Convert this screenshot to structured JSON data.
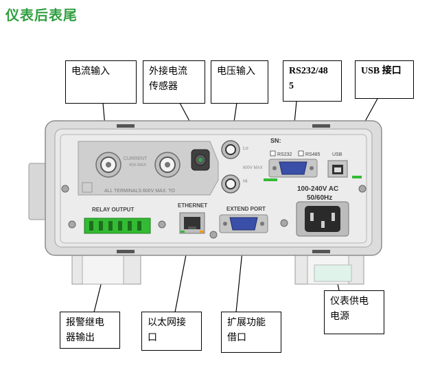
{
  "page": {
    "title": "仪表后表尾"
  },
  "callouts": {
    "current_input": "电流输入",
    "external_current_sensor": "外接电流\n传感器",
    "voltage_input": "电压输入",
    "rs232_485": "RS232/48\n5",
    "usb_port": "USB 接口",
    "alarm_relay_output": "报警继电\n器输出",
    "ethernet_port": "以太网接\n口",
    "extend_port": "扩展功能\n借口",
    "power_supply": "仪表供电\n电源"
  },
  "panel_labels": {
    "sn": "SN:",
    "rs232": "RS232",
    "rs485": "RS485",
    "usb": "USB",
    "power_rating_line1": "100-240V AC",
    "power_rating_line2": "50/60Hz",
    "relay_output": "RELAY OUTPUT",
    "ethernet": "ETHERNET",
    "extend_port": "EXTEND PORT",
    "current": "CURRENT",
    "current_max": "40A MAX",
    "all_terminals": "ALL TERMINALS 600V MAX. TO",
    "volt_max": "600V MAX",
    "terminal_lo": "Lo",
    "terminal_hi": "Hi",
    "terminal_plus": "+",
    "terminal_minus": "−"
  },
  "colors": {
    "title": "#2e9e3e",
    "relay_connector": "#33bb33",
    "db9_connector": "#3a4fa8",
    "panel_light": "#e6e6e6",
    "panel_dark": "#c9c9c9"
  }
}
